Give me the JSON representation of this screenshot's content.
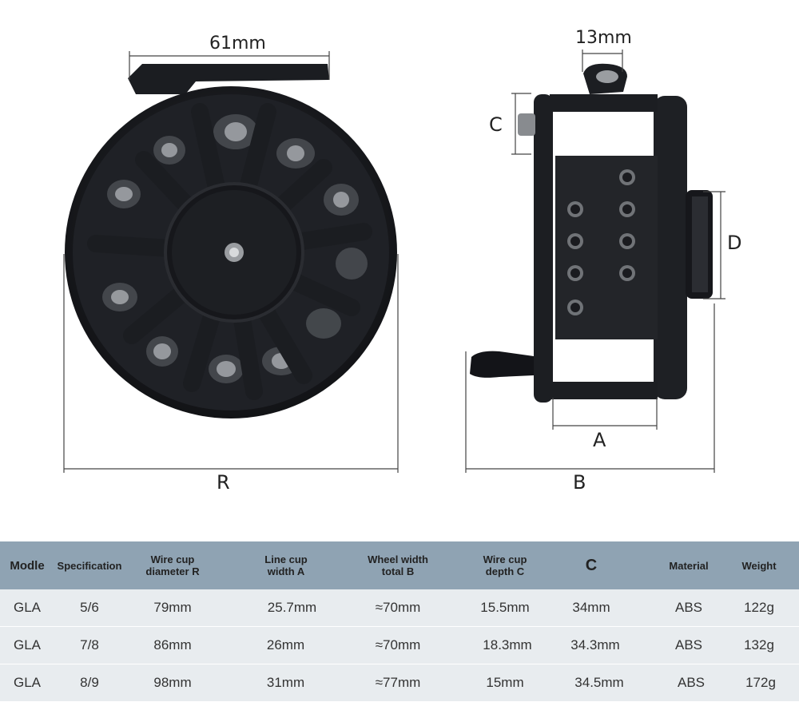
{
  "dimensions": {
    "top_width": "61mm",
    "foot_width": "13mm",
    "label_c": "C",
    "label_d": "D",
    "label_a": "A",
    "label_r": "R",
    "label_b": "B"
  },
  "table": {
    "headers": [
      "Modle",
      "Specification",
      "Wire cup\ndiameter R",
      "Line cup\nwidth A",
      "Wheel width\ntotal B",
      "Wire cup\ndepth C",
      "C",
      "Material",
      "Weight"
    ],
    "rows": [
      [
        "GLA",
        "5/6",
        "79mm",
        "25.7mm",
        "≈70mm",
        "15.5mm",
        "34mm",
        "ABS",
        "122g"
      ],
      [
        "GLA",
        "7/8",
        "86mm",
        "26mm",
        "≈70mm",
        "18.3mm",
        "34.3mm",
        "ABS",
        "132g"
      ],
      [
        "GLA",
        "8/9",
        "98mm",
        "31mm",
        "≈77mm",
        "15mm",
        "34.5mm",
        "ABS",
        "172g"
      ]
    ]
  },
  "colors": {
    "header_bg": "#8fa3b3",
    "row_bg": "#e8ecef",
    "reel": "#1c1e22"
  }
}
